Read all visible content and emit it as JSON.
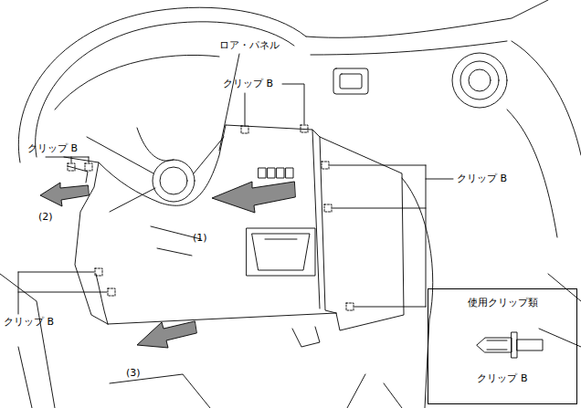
{
  "diagram": {
    "nodes": [
      {
        "text": [
          "使用クリップ類",
          "クリップ B"
        ]
      }
    ],
    "labels": [
      "ロア・パネル",
      "クリップ B",
      "クリップ B",
      "クリップ B",
      "(2)",
      "(1)",
      "クリップ B",
      "(3)"
    ]
  }
}
